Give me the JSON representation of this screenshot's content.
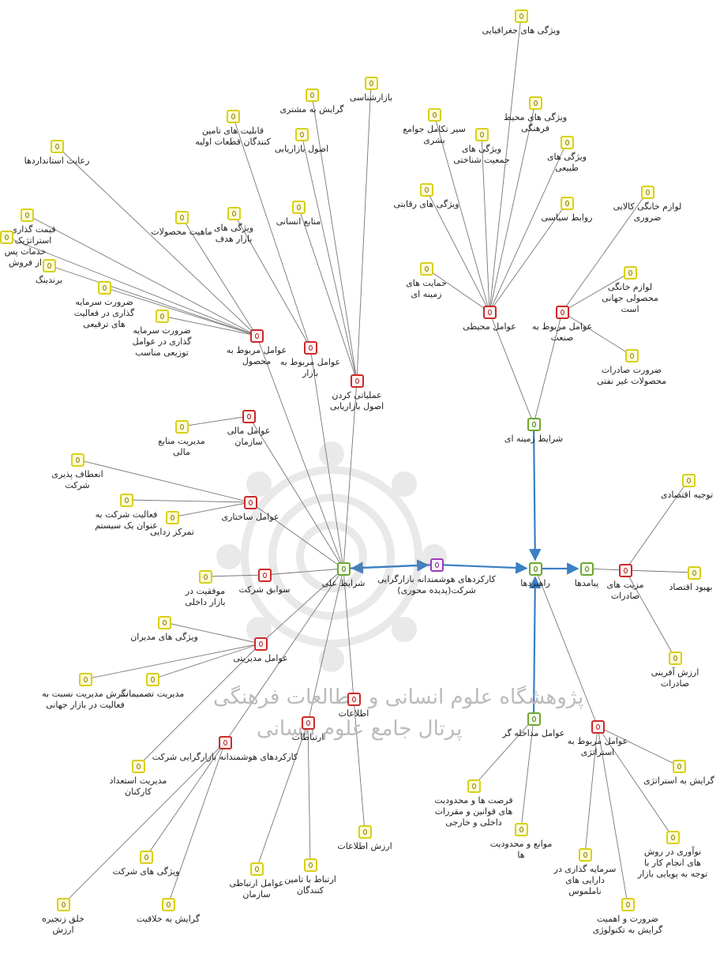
{
  "colors": {
    "yellow": "#d8d01a",
    "red": "#cc2a2a",
    "green": "#6ea632",
    "purple": "#9a3bb8",
    "edge": "#777777",
    "core": "#3b7fc4"
  },
  "watermark": {
    "line1": "پژوهشگاه علوم انسانی و مطالعات فرهنگی",
    "line2": "پرتال جامع علوم انسانی"
  },
  "nodes": {
    "g_jog": {
      "label": "ویژگی های جغرافیایی",
      "color": "yellow"
    },
    "seyr": {
      "label": "سیر تکامل جوامع بشری",
      "color": "yellow"
    },
    "g_mohit": {
      "label": "ویژگی های محیط فرهنگی",
      "color": "yellow"
    },
    "g_jamiat": {
      "label": "ویژگی های جمعیت شناختی",
      "color": "yellow"
    },
    "g_tabiei": {
      "label": "ویژگی های طبیعی",
      "color": "yellow"
    },
    "g_reghabati": {
      "label": "ویژگی های رقابتی",
      "color": "yellow"
    },
    "ravabet": {
      "label": "روابط سیاسی",
      "color": "yellow"
    },
    "hemayat": {
      "label": "حمایت های زمینه ای",
      "color": "yellow"
    },
    "avamel_mohiti": {
      "label": "عوامل محیطی",
      "color": "red"
    },
    "lavazem1": {
      "label": "لوازم خانگی کالایی ضروری",
      "color": "yellow"
    },
    "lavazem2": {
      "label": "لوازم خانگی محصولی جهانی است",
      "color": "yellow"
    },
    "zarurat_sader": {
      "label": "ضرورت صادرات محصولات غیر نفتی",
      "color": "yellow"
    },
    "avamel_sanat": {
      "label": "عوامل مربوط به صنعت",
      "color": "red"
    },
    "sharayet_zamine": {
      "label": "شرایط زمینه ای",
      "color": "green"
    },
    "bazarshenasi": {
      "label": "بازارشناسی",
      "color": "yellow"
    },
    "gerayesh_moshtari": {
      "label": "گرایش به مشتری",
      "color": "yellow"
    },
    "osul_bazaryabi": {
      "label": "اصول بازاریابی",
      "color": "yellow"
    },
    "ghabeliat": {
      "label": "قابلیت های تامین کنندگان قطعات اولیه",
      "color": "yellow"
    },
    "manabe_ensani": {
      "label": "منابع انسانی",
      "color": "yellow"
    },
    "g_bazar_hadaf": {
      "label": "ویژگی های بازار هدف",
      "color": "yellow"
    },
    "mahiat": {
      "label": "ماهیت محصولات",
      "color": "yellow"
    },
    "reayat": {
      "label": "رعایت استانداردها",
      "color": "yellow"
    },
    "gheymat": {
      "label": "قیمت گذاری استراتژیک",
      "color": "yellow"
    },
    "khadamat": {
      "label": "خدمات پس از فروش",
      "color": "yellow"
    },
    "brand": {
      "label": "برندینگ",
      "color": "yellow"
    },
    "zarurat_tarvij": {
      "label": "ضرورت سرمایه گذاری در فعالیت های ترفیعی",
      "color": "yellow"
    },
    "zarurat_tozi": {
      "label": "ضرورت سرمایه گذاری در عوامل توزیعی مناسب",
      "color": "yellow"
    },
    "avamel_mahsul": {
      "label": "عوامل مربوط به محصول",
      "color": "red"
    },
    "avamel_bazar": {
      "label": "عوامل مربوط به بازار",
      "color": "red"
    },
    "amaliati": {
      "label": "عملیاتی کردن اصول بازاریابی",
      "color": "red"
    },
    "modiriat_manabe": {
      "label": "مدیریت منابع مالی",
      "color": "yellow"
    },
    "avamel_mali": {
      "label": "عوامل مالی سازمان",
      "color": "red"
    },
    "enetaf": {
      "label": "انعطاف پذیری شرکت",
      "color": "yellow"
    },
    "faaliat": {
      "label": "فعالیت شرکت به عنوان یک سیستم",
      "color": "yellow"
    },
    "tamarkoz": {
      "label": "تمرکز زدایی",
      "color": "yellow"
    },
    "avamel_sakhtari": {
      "label": "عوامل ساختاری",
      "color": "red"
    },
    "movafaghiat": {
      "label": "موفقیت در بازار داخلی",
      "color": "yellow"
    },
    "savabegh": {
      "label": "سوابق شرکت",
      "color": "red"
    },
    "sharayet_eli": {
      "label": "شرایط علی",
      "color": "green"
    },
    "padide": {
      "label": "کارکردهای هوشمندانه بازارگرایی شرکت(پدیده محوری)",
      "color": "purple"
    },
    "rahbordha": {
      "label": "راهبردها",
      "color": "green"
    },
    "payamadha": {
      "label": "پیامدها",
      "color": "green"
    },
    "mazit": {
      "label": "مزیت های صادرات",
      "color": "red"
    },
    "tojih": {
      "label": "توجیه اقتصادی",
      "color": "yellow"
    },
    "behbud": {
      "label": "بهبود اقتصاد",
      "color": "yellow"
    },
    "arzesh_afarini": {
      "label": "ارزش آفرینی صادرات",
      "color": "yellow"
    },
    "g_modiran": {
      "label": "ویژگی های مدیران",
      "color": "yellow"
    },
    "avamel_modiriati": {
      "label": "عوامل مدیریتی",
      "color": "red"
    },
    "negaresh": {
      "label": "نگرش مدیریت نسبت به فعالیت در بازار جهانی",
      "color": "yellow"
    },
    "modiriat_tasmimat": {
      "label": "مدیریت تصمیمات",
      "color": "yellow"
    },
    "estedad": {
      "label": "مدیریت استعداد کارکنان",
      "color": "yellow"
    },
    "etelaat": {
      "label": "اطلاعات",
      "color": "red"
    },
    "arzesh_etelaat": {
      "label": "ارزش اطلاعات",
      "color": "yellow"
    },
    "ertebatat": {
      "label": "ارتباطات",
      "color": "red"
    },
    "ertebat_tamin": {
      "label": "ارتباط با تامین کنندگان",
      "color": "yellow"
    },
    "avamel_ertebati": {
      "label": "عوامل ارتباطی سازمان",
      "color": "yellow"
    },
    "karkard2": {
      "label": "کارکردهای هوشمندانه بازارگرایی شرکت",
      "color": "red"
    },
    "g_sherkat": {
      "label": "ویژگی های شرکت",
      "color": "yellow"
    },
    "khalgh": {
      "label": "خلق زنجیره ارزش",
      "color": "yellow"
    },
    "gerayesh_khalaghiat": {
      "label": "گرایش به خلاقیت",
      "color": "yellow"
    },
    "avamel_modakhele": {
      "label": "عوامل مداخله گر",
      "color": "green"
    },
    "forsat": {
      "label": "فرصت ها و محدودیت های قوانین و مقررات داخلی و خارجی",
      "color": "yellow"
    },
    "mavane": {
      "label": "موانع و محدودیت ها",
      "color": "yellow"
    },
    "avamel_esteratezhi": {
      "label": "عوامل مربوط به استراتژی",
      "color": "red"
    },
    "gerayesh_esteratezhi": {
      "label": "گرایش به استراتژی",
      "color": "yellow"
    },
    "noavari": {
      "label": "نوآوری در روش های انجام کار با توجه به پویایی بازار",
      "color": "yellow"
    },
    "sarmaye_namalmus": {
      "label": "سرمایه گذاری در دارایی های ناملموس",
      "color": "yellow"
    },
    "zarurat_tech": {
      "label": "ضرورت و اهمیت گرایش به تکنولوژی",
      "color": "yellow"
    }
  }
}
